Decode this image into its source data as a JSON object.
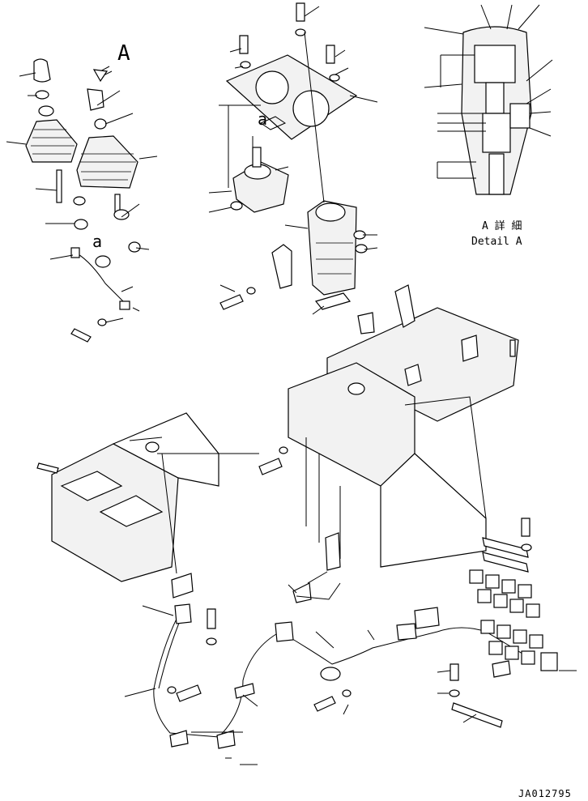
{
  "diagram": {
    "view_letter": "A",
    "ref_letter_left": "a",
    "ref_letter_center": "a",
    "detail_label_jp": "A 詳 細",
    "detail_label_en": "Detail A",
    "drawing_number": "JA012795"
  }
}
